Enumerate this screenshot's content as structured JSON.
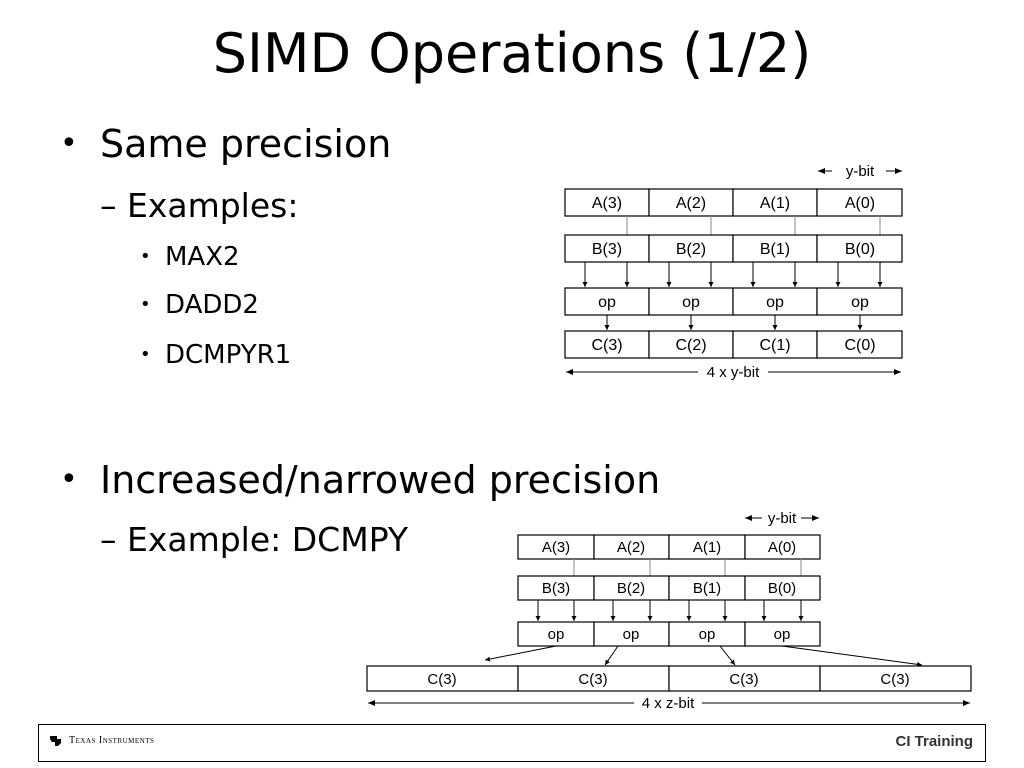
{
  "title": "SIMD Operations (1/2)",
  "bullets": {
    "b1": "Same precision",
    "b1_sub": "– Examples:",
    "b1_items": [
      "MAX2",
      "DADD2",
      "DCMPYR1"
    ],
    "b2": "Increased/narrowed precision",
    "b2_sub": "– Example: DCMPY"
  },
  "diagram1": {
    "bit_label": "y-bit",
    "row_a": [
      "A(3)",
      "A(2)",
      "A(1)",
      "A(0)"
    ],
    "row_b": [
      "B(3)",
      "B(2)",
      "B(1)",
      "B(0)"
    ],
    "row_op": [
      "op",
      "op",
      "op",
      "op"
    ],
    "row_c": [
      "C(3)",
      "C(2)",
      "C(1)",
      "C(0)"
    ],
    "width_label": "4 x y-bit"
  },
  "diagram2": {
    "bit_label": "y-bit",
    "row_a": [
      "A(3)",
      "A(2)",
      "A(1)",
      "A(0)"
    ],
    "row_b": [
      "B(3)",
      "B(2)",
      "B(1)",
      "B(0)"
    ],
    "row_op": [
      "op",
      "op",
      "op",
      "op"
    ],
    "row_c": [
      "C(3)",
      "C(3)",
      "C(3)",
      "C(3)"
    ],
    "width_label": "4 x z-bit"
  },
  "footer": {
    "company": "Texas Instruments",
    "tag": "CI Training"
  }
}
